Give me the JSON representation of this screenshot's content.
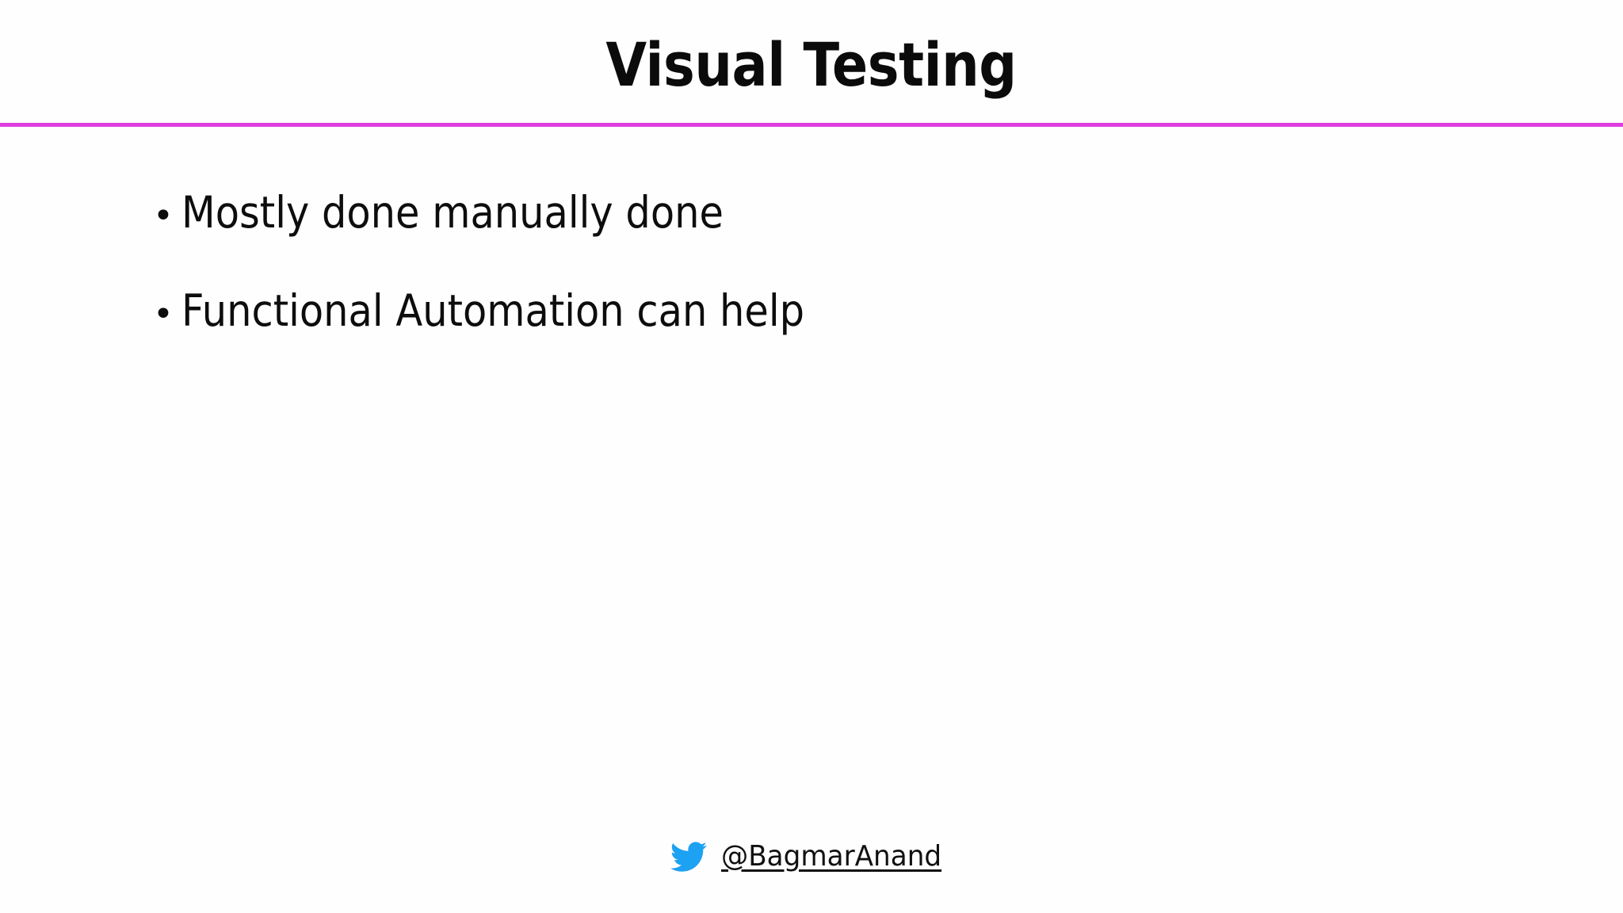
{
  "slide": {
    "title": "Visual Testing",
    "accent_color": "#e03ce0",
    "background_color": "#fefeff",
    "text_color": "#0d0d0d",
    "bullet_marker": "•",
    "bullets": [
      {
        "text": "Mostly done manually done"
      },
      {
        "text": "Functional Automation can help"
      }
    ]
  },
  "footer": {
    "icon_name": "twitter-bird-icon",
    "icon_color": "#1da1f2",
    "handle": "@BagmarAnand"
  }
}
